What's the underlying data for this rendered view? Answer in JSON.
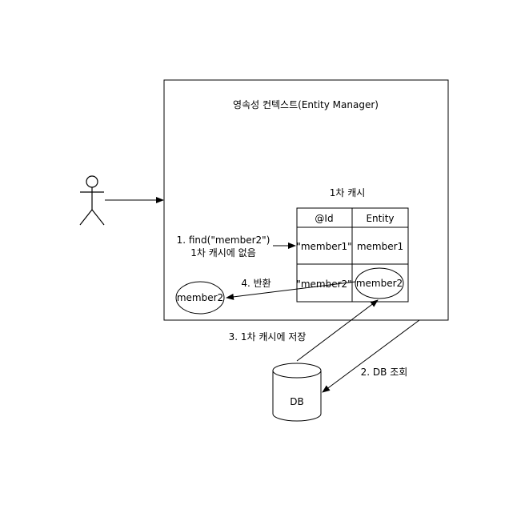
{
  "context_title": "영속성 컨텍스트(Entity Manager)",
  "cache": {
    "title": "1차 캐시",
    "col_id": "@Id",
    "col_entity": "Entity",
    "rows": [
      {
        "id": "\"member1\"",
        "entity": "member1"
      },
      {
        "id": "\"member2\"",
        "entity": "member2"
      }
    ]
  },
  "steps": {
    "find_line1": "1. find(\"member2\")",
    "find_line2": "1차 캐시에 없음",
    "db_lookup": "2. DB 조회",
    "store_cache": "3. 1차 캐시에 저장",
    "return": "4. 반환"
  },
  "returned_entity": "member2",
  "db_label": "DB"
}
